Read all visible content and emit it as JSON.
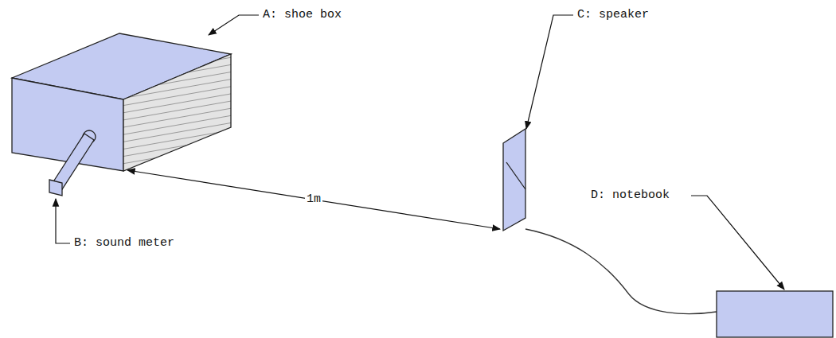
{
  "diagram": {
    "labels": [
      "A: shoe box",
      "B: sound meter",
      "C: speaker",
      "1m",
      "D: notebook"
    ]
  }
}
